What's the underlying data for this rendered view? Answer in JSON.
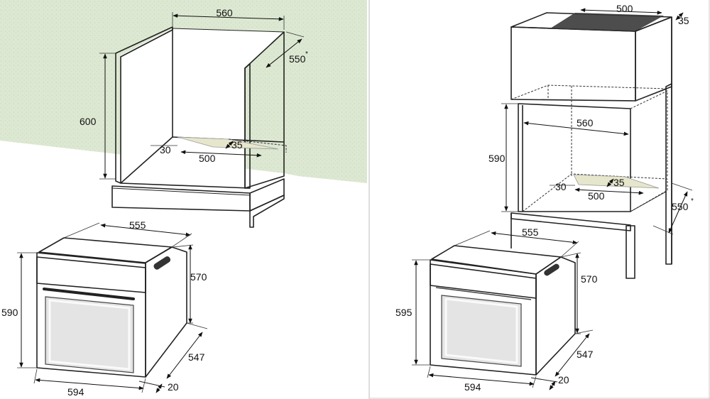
{
  "colors": {
    "wall": "#dde8d2",
    "wall_dots": "#c9d9bd",
    "cabinet_face": "#f2f2f2",
    "cabinet_inner": "#ffffff",
    "vent": "#e6e6cc",
    "oven_glass": "#e8e8e8",
    "oven_frame": "#d7d7d7",
    "outline": "#222222",
    "divider": "#bbbbbb"
  },
  "left_panel": {
    "cabinet": {
      "width": "560",
      "depth": "550",
      "depth_mark": "*",
      "height": "600",
      "vent_width": "500",
      "vent_depth": "35",
      "vent_offset": "30"
    },
    "oven": {
      "depth_top": "555",
      "body_height": "570",
      "front_height": "590",
      "front_width": "594",
      "body_depth": "547",
      "front_thickness": "20"
    }
  },
  "right_panel": {
    "cabinet": {
      "top_width": "500",
      "top_depth": "35",
      "niche_width": "560",
      "niche_height": "590",
      "vent_width": "500",
      "vent_depth": "35",
      "vent_offset": "30",
      "depth": "550",
      "depth_mark": "*"
    },
    "oven": {
      "depth_top": "555",
      "body_height": "570",
      "front_height": "595",
      "front_width": "594",
      "body_depth": "547",
      "front_thickness": "20"
    }
  }
}
